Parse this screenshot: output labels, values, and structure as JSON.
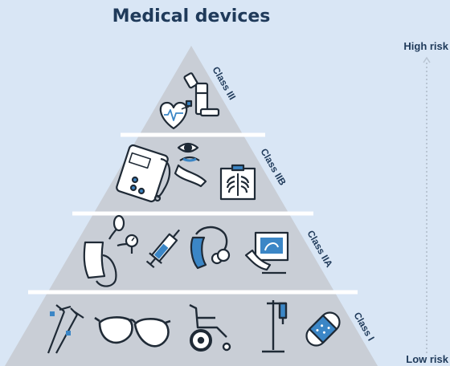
{
  "title": "Medical devices",
  "risk": {
    "high": "High risk",
    "low": "Low risk"
  },
  "classes": [
    {
      "label": "Class III",
      "icons": [
        "heart-monitor-icon",
        "inhaler-icon"
      ]
    },
    {
      "label": "Class IIB",
      "icons": [
        "pacemaker-icon",
        "contact-lens-icon",
        "xray-icon"
      ]
    },
    {
      "label": "Class IIA",
      "icons": [
        "blood-pressure-cuff-icon",
        "syringe-icon",
        "hearing-aid-icon",
        "ultrasound-icon"
      ]
    },
    {
      "label": "Class I",
      "icons": [
        "crutches-icon",
        "glasses-icon",
        "wheelchair-icon",
        "iv-stand-icon",
        "bandage-icon"
      ]
    }
  ],
  "colors": {
    "background": "#d9e6f5",
    "pyramid": "#c9ced6",
    "accent": "#3b86c6",
    "ink": "#1f3a5a",
    "divider": "#ffffff"
  }
}
